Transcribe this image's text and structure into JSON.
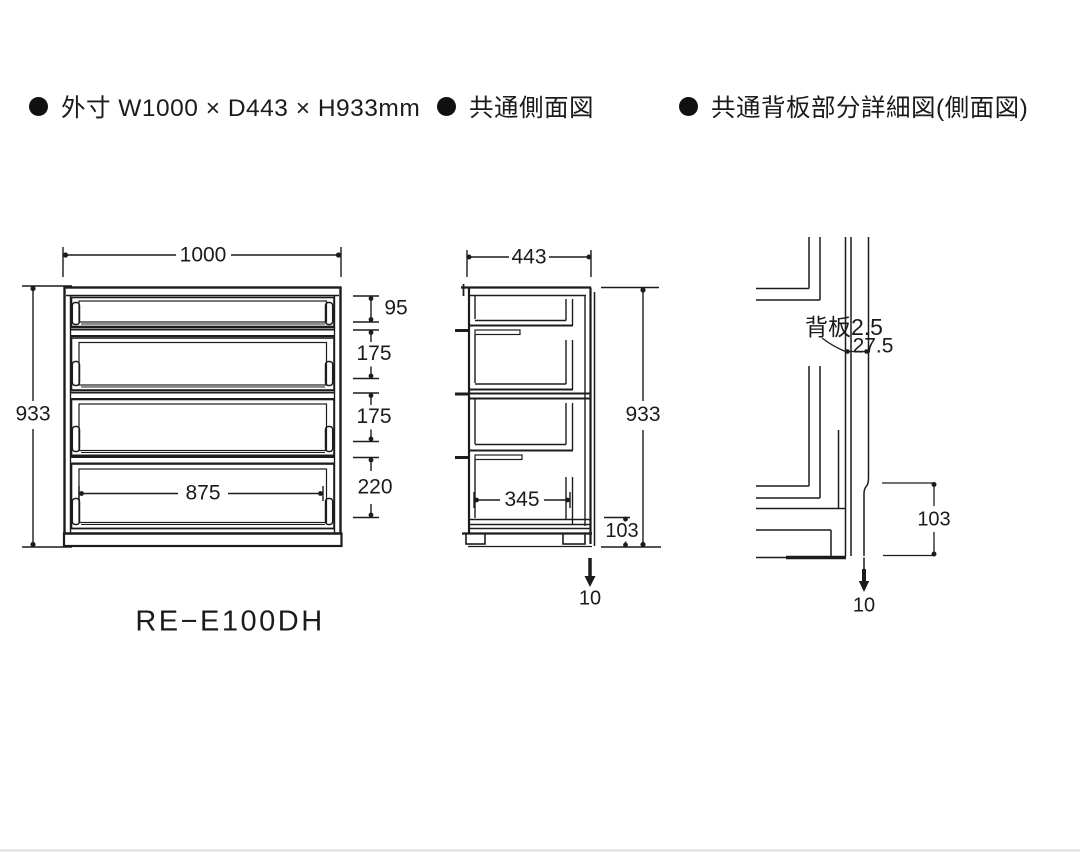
{
  "header": {
    "items": [
      {
        "label": "外寸 W1000 × D443 × H933mm"
      },
      {
        "label": "共通側面図"
      },
      {
        "label": "共通背板部分詳細図(側面図)"
      }
    ]
  },
  "front_view": {
    "model_label": "RE−E100DH",
    "dim_width": "1000",
    "dim_height": "933",
    "dim_inner_width": "875",
    "drawer_dims": [
      "95",
      "175",
      "175",
      "220"
    ]
  },
  "side_view": {
    "dim_depth": "443",
    "dim_height": "933",
    "dim_inner_depth": "345",
    "dim_base_height": "103",
    "dim_foot": "10"
  },
  "back_detail": {
    "label_back_panel": "背板2.5",
    "dim_offset": "27.5",
    "dim_base_height": "103",
    "dim_foot": "10"
  }
}
